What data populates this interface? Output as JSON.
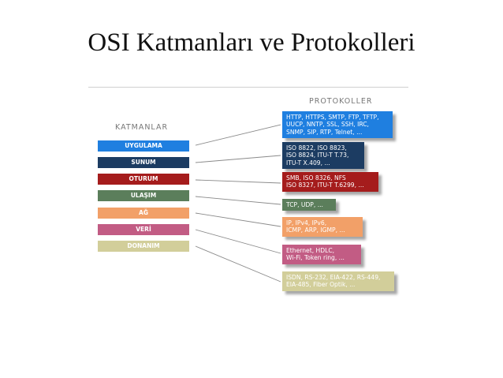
{
  "title": "OSI Katmanları ve Protokolleri",
  "headers": {
    "layers": "KATMANLAR",
    "protocols": "PROTOKOLLER"
  },
  "layers": [
    {
      "label": "UYGULAMA",
      "color": "#1f7fe0"
    },
    {
      "label": "SUNUM",
      "color": "#1c3c62"
    },
    {
      "label": "OTURUM",
      "color": "#a51c1c"
    },
    {
      "label": "ULAŞIM",
      "color": "#5b7e5b"
    },
    {
      "label": "AĞ",
      "color": "#f2a068"
    },
    {
      "label": "VERİ",
      "color": "#c25c84"
    },
    {
      "label": "DONANIM",
      "color": "#d2ce9a"
    }
  ],
  "protocols": [
    {
      "lines": [
        "HTTP, HTTPS, SMTP, FTP, TFTP,",
        "UUCP, NNTP, SSL, SSH, IRC,",
        "SNMP, SIP, RTP, Telnet, ..."
      ],
      "color": "#1f7fe0"
    },
    {
      "lines": [
        "ISO 8822, ISO 8823,",
        "ISO 8824, ITU-T T.73,",
        "ITU-T X.409, ..."
      ],
      "color": "#1c3c62"
    },
    {
      "lines": [
        "SMB, ISO 8326, NFS",
        "ISO 8327, ITU-T T.6299, ..."
      ],
      "color": "#a51c1c"
    },
    {
      "lines": [
        "TCP, UDP, ..."
      ],
      "color": "#5b7e5b"
    },
    {
      "lines": [
        "IP, IPv4, IPv6,",
        "ICMP, ARP, IGMP, ..."
      ],
      "color": "#f2a068"
    },
    {
      "lines": [
        "Ethernet, HDLC,",
        "Wi-Fi, Token ring, ..."
      ],
      "color": "#c25c84"
    },
    {
      "lines": [
        "ISDN, RS-232, EIA-422, RS-449,",
        "EIA-485, Fiber Optik, ..."
      ],
      "color": "#d2ce9a"
    }
  ]
}
